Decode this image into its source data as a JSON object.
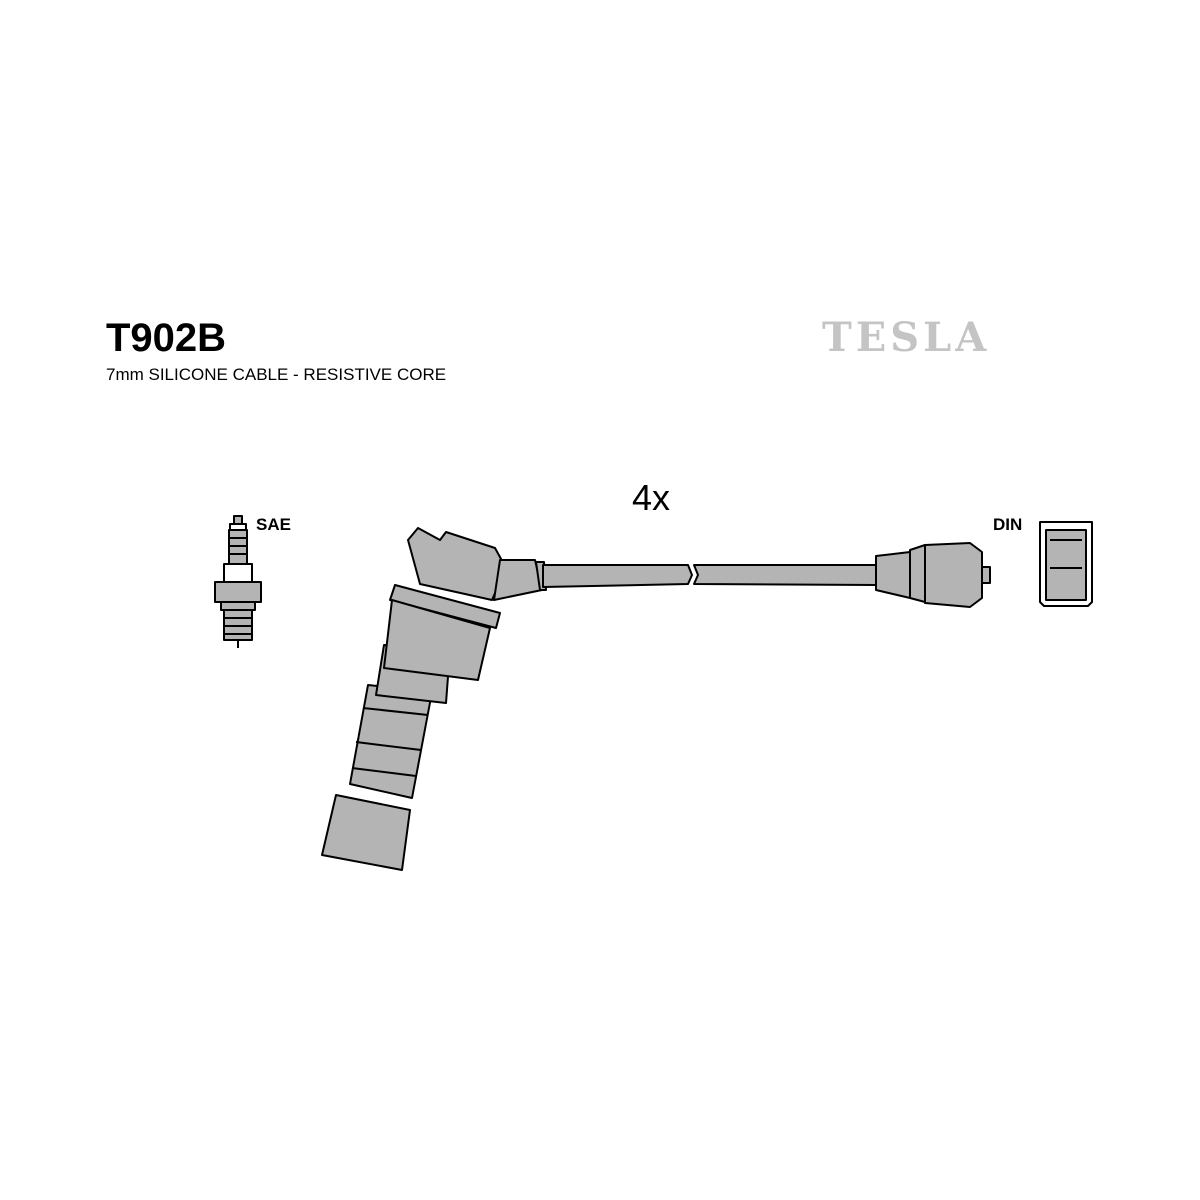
{
  "header": {
    "part_number": "T902B",
    "cable_spec": "7mm SILICONE CABLE - RESISTIVE CORE",
    "brand": "TESLA"
  },
  "diagram": {
    "quantity_label": "4x",
    "left_terminal_label": "SAE",
    "right_terminal_label": "DIN"
  },
  "colors": {
    "part_fill": "#b4b4b4",
    "outline": "#000000",
    "brand_gray": "#c4c4c4"
  }
}
